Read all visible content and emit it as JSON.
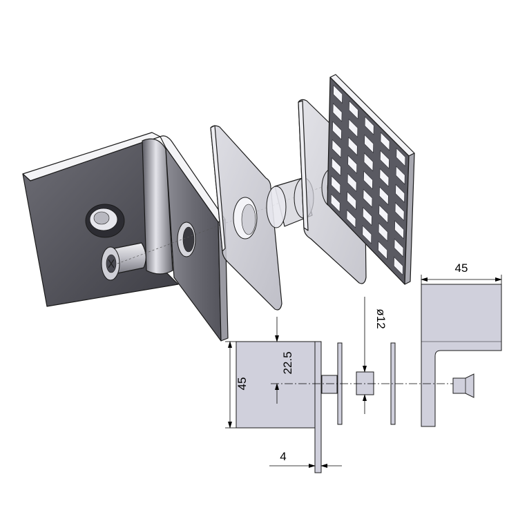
{
  "dimensions": {
    "top_width": "45",
    "diameter_symbol": "ø",
    "diameter_value": "12",
    "half_height": "22.5",
    "plate_height": "45",
    "thickness": "4"
  },
  "colors": {
    "plate_fill": "#d0d0dc",
    "steel_dark": "#5f5f66",
    "steel_light": "#c9c9cf",
    "glass": "#c8c8d2",
    "grille": "#4a4a52"
  }
}
